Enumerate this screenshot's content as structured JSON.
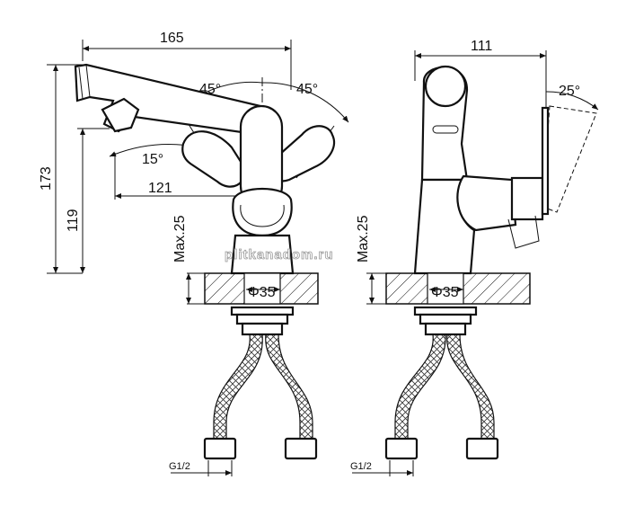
{
  "left_view": {
    "width_overall": "165",
    "height_overall": "173",
    "spout_height": "119",
    "spout_reach": "121",
    "angle_left": "45°",
    "angle_right": "45°",
    "angle_down": "15°",
    "max_mount": "Max.25",
    "hole_diameter": "Φ35",
    "thread": "G1/2"
  },
  "right_view": {
    "depth_overall": "111",
    "handle_angle": "25°",
    "max_mount": "Max.25",
    "hole_diameter": "Φ35",
    "thread": "G1/2"
  },
  "watermark": "plitkanadom.ru"
}
